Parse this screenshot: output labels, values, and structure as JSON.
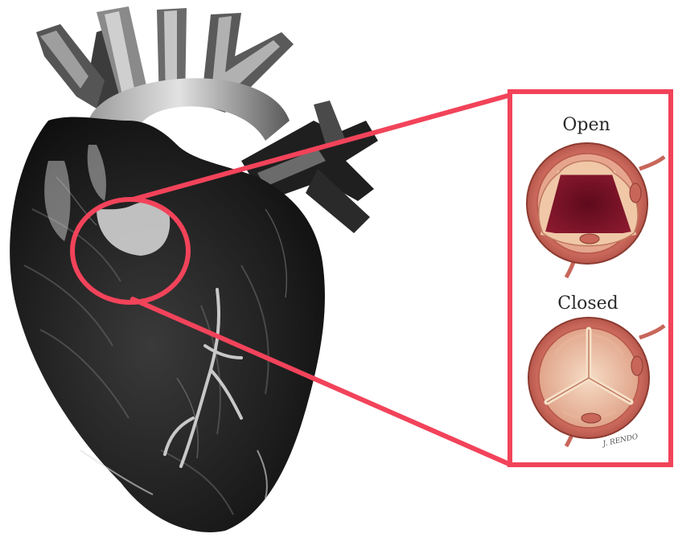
{
  "labels": {
    "open": "Open",
    "closed": "Closed",
    "signature": "J. RENDO"
  },
  "colors": {
    "highlight": "#f2435a",
    "heart_dark": "#1c1c1c",
    "heart_mid": "#6a6a6a",
    "heart_light": "#d8d8d8",
    "valve_outer": "#c8665a",
    "valve_ring": "#e6a58e",
    "valve_open_center": "#7a0f25",
    "valve_leaflet": "#f0c8a8"
  }
}
